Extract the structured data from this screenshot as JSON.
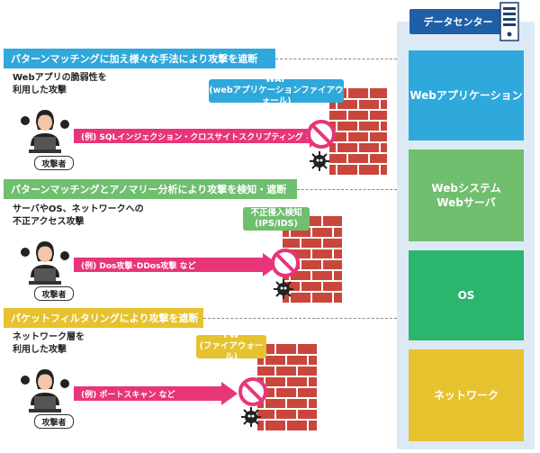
{
  "datacenter": {
    "title": "データセンター"
  },
  "layers": [
    {
      "label": "Webアプリケーション",
      "color": "#2fa8dc"
    },
    {
      "label": "Webシステム\nWebサーバ",
      "color": "#6fbf6e"
    },
    {
      "label": "OS",
      "color": "#2bb56d"
    },
    {
      "label": "ネットワーク",
      "color": "#e6c22f"
    }
  ],
  "sections": [
    {
      "banner": "パターンマッチングに加え様々な手法により攻撃を遮断",
      "banner_color": "#2fa8dc",
      "description": "Webアプリの脆弱性を\n利用した攻撃",
      "attacker": "攻撃者",
      "attack": "(例) SQLインジェクション・クロスサイトスクリプティング など",
      "defense": "WAF\n(webアプリケーションファイアウォール)",
      "defense_color": "#2fa8dc"
    },
    {
      "banner": "パターンマッチングとアノマリー分析により攻撃を検知・遮断",
      "banner_color": "#6fbf6e",
      "description": "サーバやOS、ネットワークへの\n不正アクセス攻撃",
      "attacker": "攻撃者",
      "attack": "(例) Dos攻撃･DDos攻撃 など",
      "defense": "不正侵入検知\n(IPS/IDS)",
      "defense_color": "#6fbf6e"
    },
    {
      "banner": "パケットフィルタリングにより攻撃を遮断",
      "banner_color": "#e6c22f",
      "description": "ネットワーク層を\n利用した攻撃",
      "attacker": "攻撃者",
      "attack": "(例) ポートスキャン など",
      "defense": "FW\n(ファイアウォール)",
      "defense_color": "#e6c22f"
    }
  ],
  "colors": {
    "arrow": "#e8357a",
    "brick": "#c9463d",
    "mortar": "#ffffff",
    "block": "#e8357a"
  }
}
